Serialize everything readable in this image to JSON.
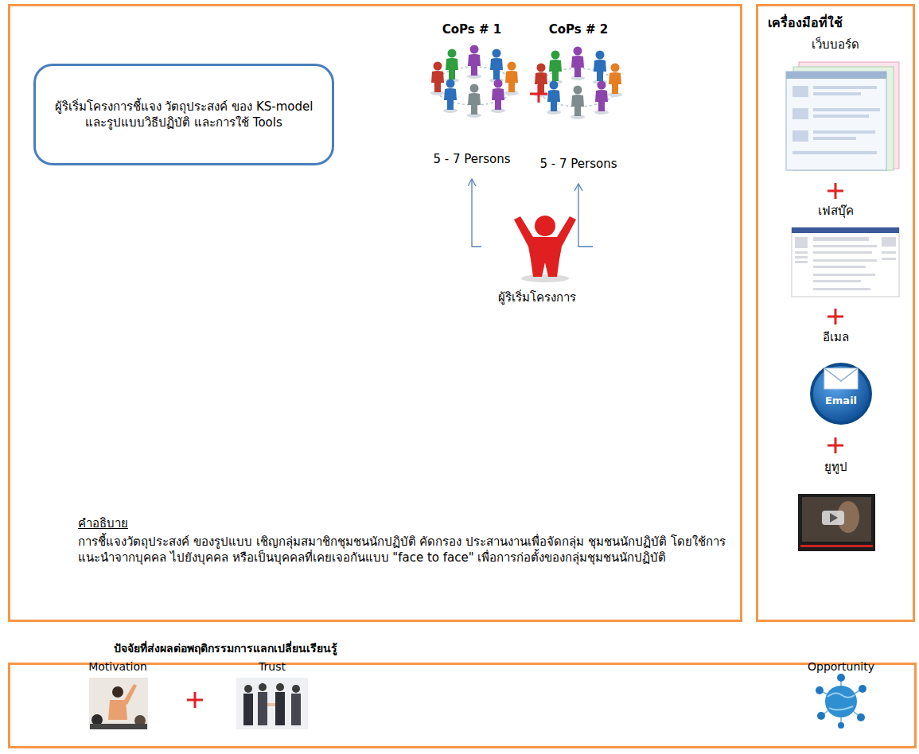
{
  "diagram": {
    "nodes": [
      {
        "text": [
          "คำอธิบาย",
          "การชี้แจงวัตถุประสงค์ ของรูปแบบ เชิญกลุ่มสมาชิกชุมชนนักปฏิบัติ คัดกรอง ประสานงานเพื่อจัดกลุ่ม ชุมชนนักปฏิบัติ โดยใช้การแนะนำจากบุคคล ไปยังบุคคล หรือเป็นบุคคลที่เคยเจอกันแบบ \"face to face\" เพื่อการก่อตั้งของกลุ่มชุมชนนักปฏิบัติ"
        ]
      },
      {
        "text": [
          "ผู้ริเริ่มโครงการชี้แจง วัตถุประสงค์ ของ KS-model และรูปแบบวิธีปฏิบัติ และการใช้ Tools"
        ],
        "in": 0
      },
      {
        "text": [
          "CoPs # 1",
          "5 - 7 Persons"
        ],
        "in": 0
      },
      {
        "text": [
          "CoPs # 2",
          "5 - 7 Persons"
        ],
        "in": 0
      },
      {
        "text": [
          "ผู้ริเริ่มโครงการ"
        ],
        "in": 0
      },
      {
        "text": [
          "เครื่องมือที่ใช้"
        ]
      },
      {
        "text": [
          "ปัจจัยที่ส่งผลต่อพฤติกรรมการแลกเปลี่ยนเรียนรู้"
        ]
      }
    ],
    "edges": [
      {
        "from": 4,
        "to": 2,
        "arrow": "to"
      },
      {
        "from": 4,
        "to": 3,
        "arrow": "to"
      }
    ],
    "labels": [
      "เว็บบอร์ด",
      "เฟสบุ๊ค",
      "อีเมล",
      "Email",
      "ยูทูป",
      "Motivation",
      "Trust",
      "Opportunity"
    ]
  }
}
